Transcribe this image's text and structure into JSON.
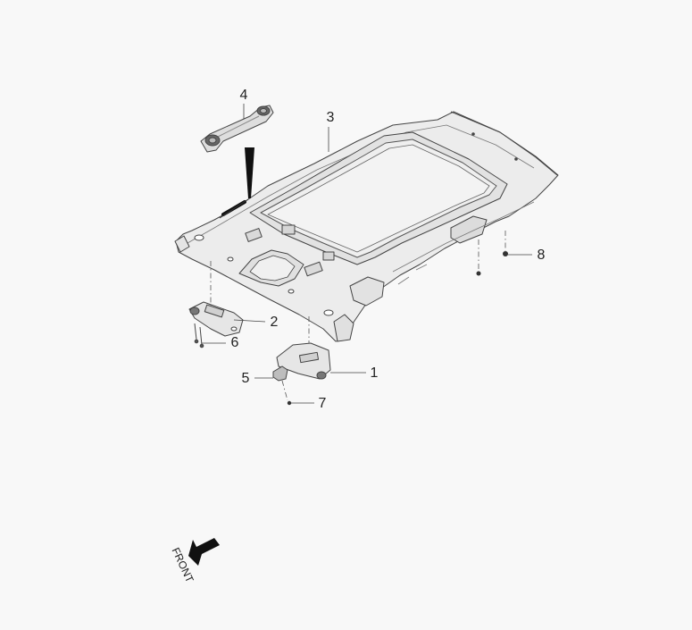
{
  "diagram": {
    "callouts": [
      {
        "id": "callout-1",
        "number": "1"
      },
      {
        "id": "callout-2",
        "number": "2"
      },
      {
        "id": "callout-3",
        "number": "3"
      },
      {
        "id": "callout-4",
        "number": "4"
      },
      {
        "id": "callout-5",
        "number": "5"
      },
      {
        "id": "callout-6",
        "number": "6"
      },
      {
        "id": "callout-7",
        "number": "7"
      },
      {
        "id": "callout-8",
        "number": "8"
      }
    ],
    "front_label": "FRONT"
  },
  "colors": {
    "background": "#f8f8f8",
    "line": "#444444",
    "panel_fill": "#ececec",
    "part_fill": "#d4d4d4",
    "arrow": "#111111"
  }
}
